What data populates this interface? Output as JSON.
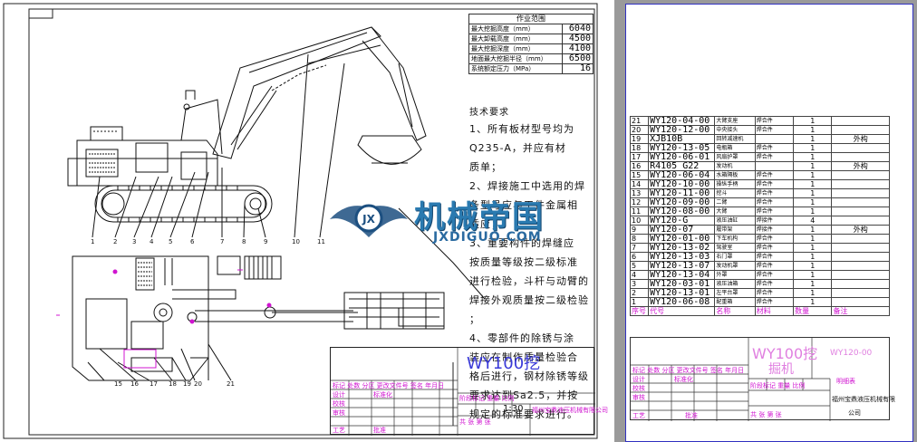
{
  "specs": {
    "title": "作业范围",
    "rows": [
      {
        "label": "最大挖掘高度（mm）",
        "value": "6040"
      },
      {
        "label": "最大卸载高度（mm）",
        "value": "4500"
      },
      {
        "label": "最大挖掘深度（mm）",
        "value": "4100"
      },
      {
        "label": "地面最大挖掘半径（mm）",
        "value": "6500"
      },
      {
        "label": "系统额定压力（MPa）",
        "value": "16"
      }
    ]
  },
  "tech": {
    "lines": [
      "技术要求",
      "1、所有板材型号均为",
      "Q235-A，并应有材",
      "质单；",
      "2、焊接施工中选用的焊",
      "条型号应与工件金属相",
      "适应；",
      "3、重要构件的焊缝应",
      "按质量等级按二级标准",
      "进行检验，斗杆与动臂的",
      "焊接外观质量按二级检验",
      "；",
      "4、零部件的除锈与涂",
      "装应在制作质量检验合",
      "格后进行，钢材除锈等级",
      "要求达到Sa2.5，并按",
      "规定的标准要求进行。"
    ]
  },
  "callouts_top": [
    "1",
    "2",
    "3",
    "4",
    "5",
    "6",
    "7",
    "8",
    "9",
    "10",
    "11"
  ],
  "callouts_bottom": [
    "15",
    "16",
    "17",
    "18",
    "19",
    "20",
    "21"
  ],
  "watermark": {
    "cn": "机械帝国",
    "en": "JXDIGUO.COM"
  },
  "left_title": {
    "product": "WY100挖",
    "scale": "1:30",
    "company": "福州宝鼎液压机械有限公司",
    "header_row": "标记 处数 分区 更改文件号 签名 年月日",
    "roles": [
      "设计",
      "校核",
      "审核",
      "工艺"
    ],
    "std": "标准化",
    "approve": "批准",
    "stage_row": "阶段标记 重量 比例",
    "sheet_row": "共 张 第 张"
  },
  "bom": {
    "rows": [
      {
        "no": "21",
        "code": "WY120-04-00",
        "name": "大臂支座",
        "mat": "焊合件",
        "qty": "1",
        "note": ""
      },
      {
        "no": "20",
        "code": "WY120-12-00",
        "name": "中央接头",
        "mat": "焊合件",
        "qty": "1",
        "note": ""
      },
      {
        "no": "19",
        "code": "XJB10B",
        "name": "回转减速机",
        "mat": "",
        "qty": "1",
        "note": "外构"
      },
      {
        "no": "18",
        "code": "WY120-13-05",
        "name": "电瓶箱",
        "mat": "焊合件",
        "qty": "1",
        "note": ""
      },
      {
        "no": "17",
        "code": "WY120-06-01",
        "name": "风扇护罩",
        "mat": "焊合件",
        "qty": "1",
        "note": ""
      },
      {
        "no": "16",
        "code": "R4105 G22",
        "name": "发动机",
        "mat": "",
        "qty": "1",
        "note": "外构"
      },
      {
        "no": "15",
        "code": "WY120-06-04",
        "name": "水箱隔板",
        "mat": "焊合件",
        "qty": "1",
        "note": ""
      },
      {
        "no": "14",
        "code": "WY120-10-00",
        "name": "操纵手柄",
        "mat": "焊合件",
        "qty": "1",
        "note": ""
      },
      {
        "no": "13",
        "code": "WY120-11-00",
        "name": "挖斗",
        "mat": "焊合件",
        "qty": "1",
        "note": ""
      },
      {
        "no": "12",
        "code": "WY120-09-00",
        "name": "二臂",
        "mat": "焊合件",
        "qty": "1",
        "note": ""
      },
      {
        "no": "11",
        "code": "WY120-08-00",
        "name": "大臂",
        "mat": "焊合件",
        "qty": "1",
        "note": ""
      },
      {
        "no": "10",
        "code": "WY120-G",
        "name": "液压油缸",
        "mat": "焊接件",
        "qty": "4",
        "note": ""
      },
      {
        "no": "9",
        "code": "WY120-07",
        "name": "履带架",
        "mat": "焊接件",
        "qty": "1",
        "note": "外构"
      },
      {
        "no": "8",
        "code": "WY120-01-00",
        "name": "下车机构",
        "mat": "焊合件",
        "qty": "1",
        "note": ""
      },
      {
        "no": "7",
        "code": "WY120-13-02",
        "name": "驾驶室",
        "mat": "焊合件",
        "qty": "1",
        "note": ""
      },
      {
        "no": "6",
        "code": "WY120-13-03",
        "name": "右门罩",
        "mat": "焊合件",
        "qty": "1",
        "note": ""
      },
      {
        "no": "5",
        "code": "WY120-13-07",
        "name": "发动机罩",
        "mat": "焊合件",
        "qty": "1",
        "note": ""
      },
      {
        "no": "4",
        "code": "WY120-13-04",
        "name": "外罩",
        "mat": "焊合件",
        "qty": "1",
        "note": ""
      },
      {
        "no": "3",
        "code": "WY120-03-01",
        "name": "液压油箱",
        "mat": "焊合件",
        "qty": "1",
        "note": ""
      },
      {
        "no": "2",
        "code": "WY120-13-01",
        "name": "左平台罩",
        "mat": "焊合件",
        "qty": "1",
        "note": ""
      },
      {
        "no": "1",
        "code": "WY120-06-08",
        "name": "配重箱",
        "mat": "焊合件",
        "qty": "1",
        "note": ""
      }
    ],
    "header": {
      "no": "序号",
      "code": "代号",
      "name": "名称",
      "mat": "材料",
      "qty": "数量",
      "note": "备注"
    }
  },
  "right_title": {
    "product": "WY100挖",
    "product2": "掘机",
    "code": "WY120-00",
    "doc": "明细表",
    "company": "福州宝鼎液压机械有限",
    "company2": "公司",
    "header_row": "标记 处数 分区 更改文件号 签名 年月日",
    "roles": [
      "设计",
      "校核",
      "审核",
      "工艺"
    ],
    "std": "标准化",
    "approve": "批准",
    "stage_row": "阶段标记 重量 比例",
    "sheet_row": "共 张 第 张"
  },
  "colors": {
    "drawing": "#111111",
    "annotation": "#d014d0",
    "blue": "#3a3ad8",
    "frame_bg": "#9a9a9a"
  }
}
